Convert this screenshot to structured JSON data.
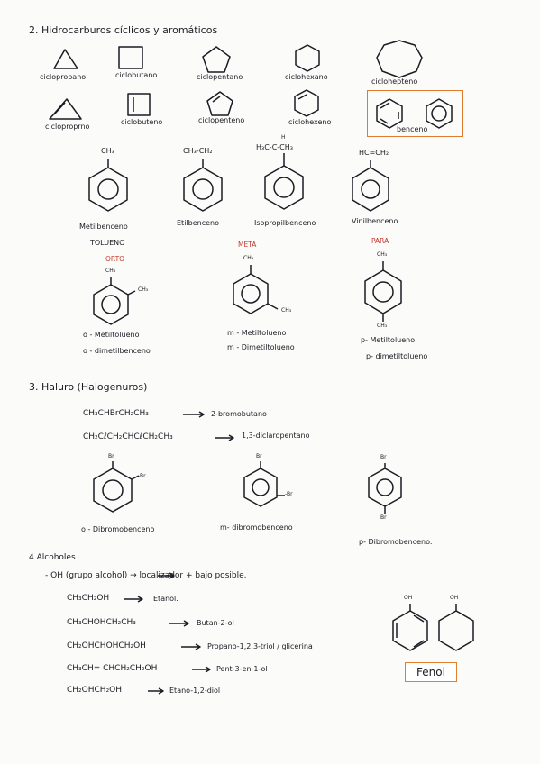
{
  "sections": {
    "s2_title": "2. Hidrocarburos cíclicos y aromáticos",
    "s3_title": "3. Haluro (Halogenuros)",
    "s4_title": "4 Alcoholes"
  },
  "cycloalkanes": [
    "ciclopropano",
    "ciclobutano",
    "ciclopentano",
    "ciclohexano",
    "ciclohepteno"
  ],
  "cycloalkenes": [
    "cicloproprno",
    "ciclobuteno",
    "ciclopenteno",
    "ciclohexeno"
  ],
  "benzene_label": "benceno",
  "subs": {
    "ch3": "CH₃",
    "ethyl": "CH₃-CH₂",
    "isopropyl": "H₃C-C-CH₃",
    "isopropyl_h": "H",
    "vinyl": "HC=CH₂"
  },
  "subs_names": [
    "Metilbenceno",
    "Etilbenceno",
    "Isopropilbenceno",
    "Vinilbenceno"
  ],
  "tolueno": "TOLUENO",
  "xylene": {
    "orto": "ORTO",
    "meta": "META",
    "para": "PARA",
    "ch3": "CH₃",
    "o1": "o - Metiltolueno",
    "o2": "o - dimetilbenceno",
    "m1": "m - Metiltolueno",
    "m2": "m - Dimetiltolueno",
    "p1": "p- Metiltolueno",
    "p2": "p- dimetiltolueno"
  },
  "haluros": {
    "r1_formula": "CH₃CHBrCH₂CH₃",
    "r1_name": "2-bromobutano",
    "r2_formula": "CH₂CℓCH₂CHCℓCH₂CH₃",
    "r2_name": "1,3-diclaropentano",
    "br": "Br",
    "br_line": "-Br",
    "names": [
      "o - Dibromobenceno",
      "m- dibromobenceno",
      "p- Dibromobenceno."
    ]
  },
  "alcoholes": {
    "note": "- OH (grupo alcohol) → localizador + bajo posible.",
    "r1_formula": "CH₃CH₂OH",
    "r1_name": "Etanol.",
    "r2_formula": "CH₃CHOHCH₂CH₃",
    "r2_name": "Butan-2-ol",
    "r3_formula": "CH₂OHCHOHCH₂OH",
    "r3_name": "Propano-1,2,3-triol / glicerina",
    "r4_formula": "CH₃CH= CHCH₂CH₂OH",
    "r4_name": "Pent-3-en-1-ol",
    "r5_formula": "CH₂OHCH₂OH",
    "r5_name": "Etano-1,2-diol",
    "oh": "OH",
    "fenol": "Fenol"
  }
}
